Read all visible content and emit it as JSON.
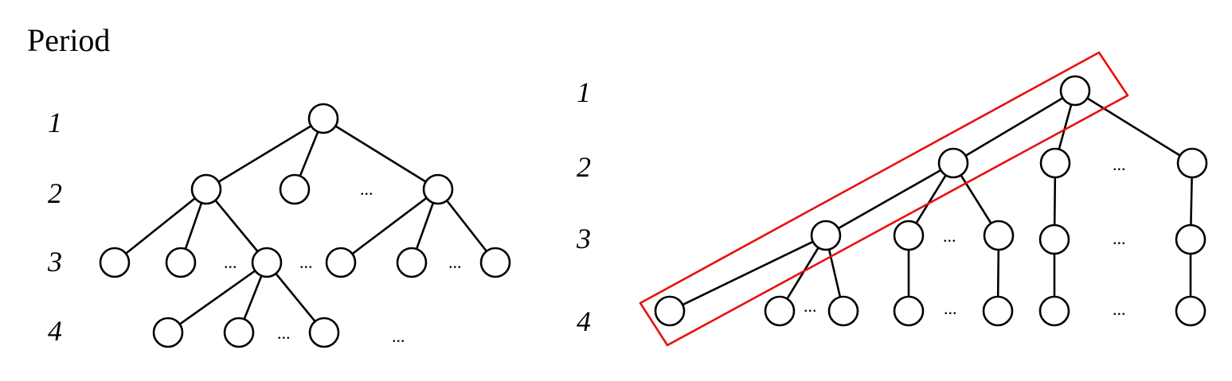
{
  "title": "Period",
  "left_tree": {
    "period_labels": [
      "1",
      "2",
      "3",
      "4"
    ],
    "ellipses": [
      "...",
      "...",
      "...",
      "...",
      "...",
      "...",
      "..."
    ]
  },
  "right_tree": {
    "period_labels": [
      "1",
      "2",
      "3",
      "4"
    ],
    "ellipses": [
      "...",
      "...",
      "...",
      "...",
      "...",
      "...",
      "...",
      "..."
    ],
    "highlight_color": "#e8100e"
  },
  "colors": {
    "line": "#000000",
    "node_fill": "#ffffff",
    "highlight": "#e8100e"
  }
}
